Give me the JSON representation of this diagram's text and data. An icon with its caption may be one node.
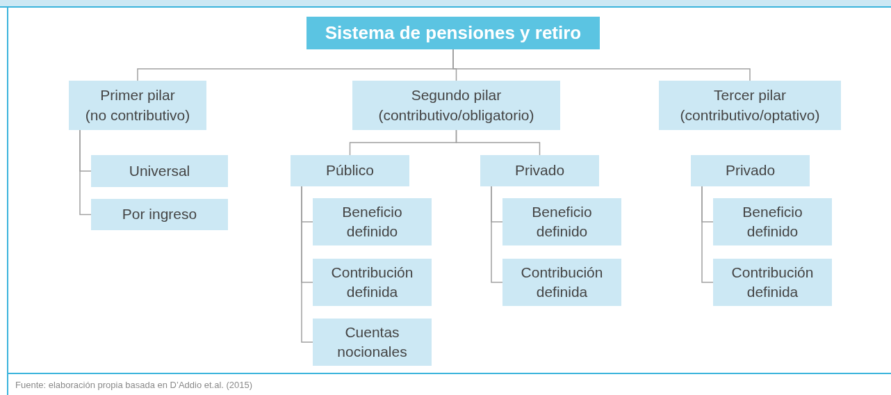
{
  "diagram": {
    "caption": "Fuente: elaboración propia basada en D’Addio et.al. (2015)",
    "nodes": [
      {
        "text": [
          "Sistema de pensiones y retiro"
        ]
      },
      {
        "text": [
          "Primer pilar (no contributivo)"
        ]
      },
      {
        "text": [
          "Segundo pilar (contributivo/obligatorio)"
        ]
      },
      {
        "text": [
          "Tercer pilar (contributivo/optativo)"
        ]
      },
      {
        "text": [
          "Universal"
        ]
      },
      {
        "text": [
          "Por ingreso"
        ]
      },
      {
        "text": [
          "Público"
        ]
      },
      {
        "text": [
          "Beneficio definido"
        ]
      },
      {
        "text": [
          "Contribución definida"
        ]
      },
      {
        "text": [
          "Cuentas nocionales"
        ]
      },
      {
        "text": [
          "Privado"
        ]
      },
      {
        "text": [
          "Beneficio definido"
        ]
      },
      {
        "text": [
          "Contribución definida"
        ]
      },
      {
        "text": [
          "Privado"
        ]
      },
      {
        "text": [
          "Beneficio definido"
        ]
      },
      {
        "text": [
          "Contribución definida"
        ]
      }
    ],
    "edges": [
      {
        "from": 0,
        "to": 1,
        "arrow": "none"
      },
      {
        "from": 0,
        "to": 2,
        "arrow": "none"
      },
      {
        "from": 0,
        "to": 3,
        "arrow": "none"
      },
      {
        "from": 1,
        "to": 4,
        "arrow": "none"
      },
      {
        "from": 1,
        "to": 5,
        "arrow": "none"
      },
      {
        "from": 2,
        "to": 6,
        "arrow": "none"
      },
      {
        "from": 2,
        "to": 10,
        "arrow": "none"
      },
      {
        "from": 6,
        "to": 7,
        "arrow": "none"
      },
      {
        "from": 6,
        "to": 8,
        "arrow": "none"
      },
      {
        "from": 6,
        "to": 9,
        "arrow": "none"
      },
      {
        "from": 10,
        "to": 11,
        "arrow": "none"
      },
      {
        "from": 10,
        "to": 12,
        "arrow": "none"
      },
      {
        "from": 13,
        "to": 14,
        "arrow": "none"
      },
      {
        "from": 13,
        "to": 15,
        "arrow": "none"
      }
    ]
  }
}
